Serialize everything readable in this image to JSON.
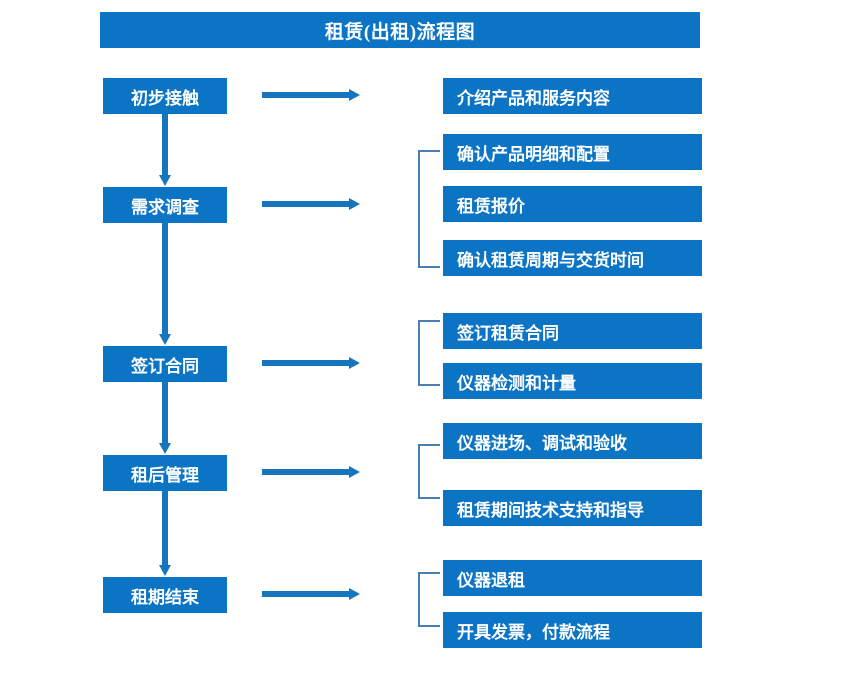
{
  "title": "租赁(出租)流程图",
  "theme": {
    "box_fill": "#0B74C4",
    "box_text": "#FFFFFF",
    "arrow": "#1576BD",
    "bracket": "#4A7FB5",
    "background": "#FFFFFF"
  },
  "stages": [
    {
      "id": "stage-1",
      "label": "初步接触",
      "details": [
        "介绍产品和服务内容"
      ],
      "bracket": false
    },
    {
      "id": "stage-2",
      "label": "需求调查",
      "details": [
        "确认产品明细和配置",
        "租赁报价",
        "确认租赁周期与交货时间"
      ],
      "bracket": true
    },
    {
      "id": "stage-3",
      "label": "签订合同",
      "details": [
        "签订租赁合同",
        "仪器检测和计量"
      ],
      "bracket": true
    },
    {
      "id": "stage-4",
      "label": "租后管理",
      "details": [
        "仪器进场、调试和验收",
        "租赁期间技术支持和指导"
      ],
      "bracket": true
    },
    {
      "id": "stage-5",
      "label": "租期结束",
      "details": [
        "仪器退租",
        "开具发票，付款流程"
      ],
      "bracket": true
    }
  ],
  "connectors": {
    "vertical_arrow_icon": "arrow-down-icon",
    "horizontal_arrow_icon": "arrow-right-icon",
    "bracket_icon": "group-bracket-icon"
  }
}
